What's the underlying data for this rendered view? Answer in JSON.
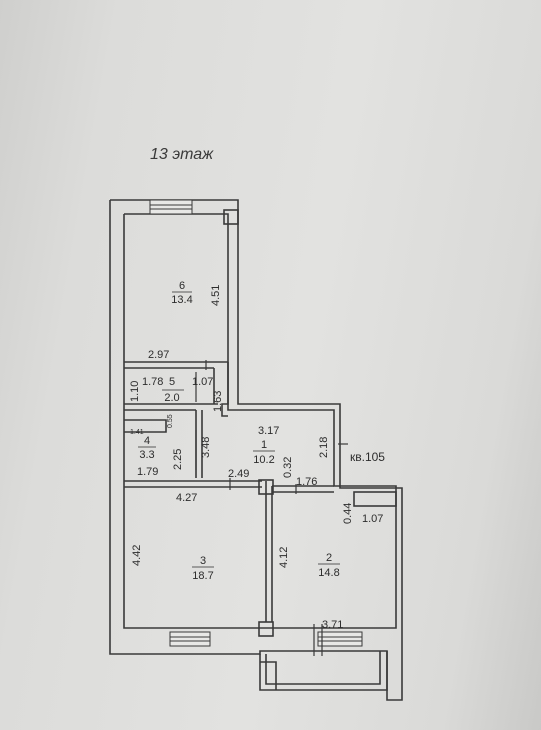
{
  "floor": {
    "title": "13 этаж"
  },
  "apartment": {
    "label": "кв.105"
  },
  "rooms": [
    {
      "number": "1",
      "area": "10.2"
    },
    {
      "number": "2",
      "area": "14.8"
    },
    {
      "number": "3",
      "area": "18.7"
    },
    {
      "number": "4",
      "area": "3.3"
    },
    {
      "number": "5",
      "area": "2.0"
    },
    {
      "number": "6",
      "area": "13.4"
    }
  ],
  "dimensions": {
    "room6_height": "4.51",
    "room6_width": "2.97",
    "room5_height": "1.10",
    "room5_width": "1.78",
    "room5_side": "1.07",
    "corridor_top": "1.63",
    "room4_top": "1.41",
    "room4_depth": "0.55",
    "room4_height": "2.25",
    "room4_width": "1.79",
    "hall_height": "3.48",
    "hall_width": "3.17",
    "hall_side": "2.18",
    "hall_bottom": "2.49",
    "hall_gap": "0.32",
    "hall_bottom_right": "1.76",
    "room3_width": "4.27",
    "room3_height": "4.42",
    "room2_height": "4.12",
    "room2_corner_h": "0.44",
    "room2_corner_w": "1.07",
    "balcony_width": "3.71"
  },
  "colors": {
    "wall": "#3a3a3a",
    "paper": "#e0e0de"
  }
}
